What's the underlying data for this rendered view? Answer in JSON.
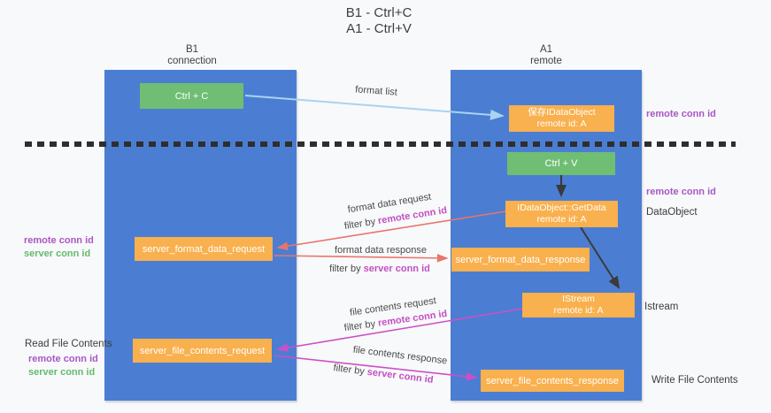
{
  "title": {
    "line1": "B1 - Ctrl+C",
    "line2": "A1 - Ctrl+V"
  },
  "lanes": {
    "left": {
      "title": "B1",
      "subtitle": "connection"
    },
    "right": {
      "title": "A1",
      "subtitle": "remote"
    }
  },
  "nodes": {
    "ctrl_c": {
      "label": "Ctrl + C"
    },
    "ctrl_v": {
      "label": "Ctrl + V"
    },
    "save_dataobject": {
      "line1": "保存IDataObject",
      "line2": "remote id: A"
    },
    "getdata": {
      "line1": "IDataObject::GetData",
      "line2": "remote id: A"
    },
    "istream": {
      "line1": "IStream",
      "line2": "remote id: A"
    },
    "server_format_data_request": {
      "label": "server_format_data_request"
    },
    "server_format_data_response": {
      "label": "server_format_data_response"
    },
    "server_file_contents_request": {
      "label": "server_file_contents_request"
    },
    "server_file_contents_response": {
      "label": "server_file_contents_response"
    }
  },
  "flow_labels": {
    "format_list": "format list",
    "format_data_request": "format data request",
    "format_data_request_filter": {
      "prefix": "filter by ",
      "key": "remote conn id"
    },
    "format_data_response": "format data response",
    "format_data_response_filter": {
      "prefix": "filter by ",
      "key": "server conn id"
    },
    "file_contents_request": "file contents request",
    "file_contents_request_filter": {
      "prefix": "filter by ",
      "key": "remote conn id"
    },
    "file_contents_response": "file contents response",
    "file_contents_response_filter": {
      "prefix": "filter by ",
      "key": "server conn id"
    }
  },
  "side_labels": {
    "left": {
      "format_remote_id": "remote conn id",
      "format_server_id": "server conn id",
      "read_file": "Read File Contents",
      "file_remote_id": "remote conn id",
      "file_server_id": "server conn id"
    },
    "right": {
      "clipboard_remote_id": "remote conn id",
      "paste_remote_id": "remote conn id",
      "dataobject": "DataObject",
      "istream": "Istream",
      "write_file": "Write File Contents"
    }
  },
  "colors": {
    "lane_blue": "#4b7ed2",
    "node_green": "#6fbe74",
    "node_orange": "#f9b04e",
    "arrow_lightblue": "#a9d3f1",
    "arrow_red": "#e8756c",
    "arrow_magenta": "#cb4fc8",
    "arrow_black": "#3a3a3a",
    "separator_black": "#2e2e2e",
    "label_purple": "#a957c5",
    "label_green": "#63bb6d",
    "label_magenta": "#c34fc3",
    "background": "#f8f9fa"
  }
}
